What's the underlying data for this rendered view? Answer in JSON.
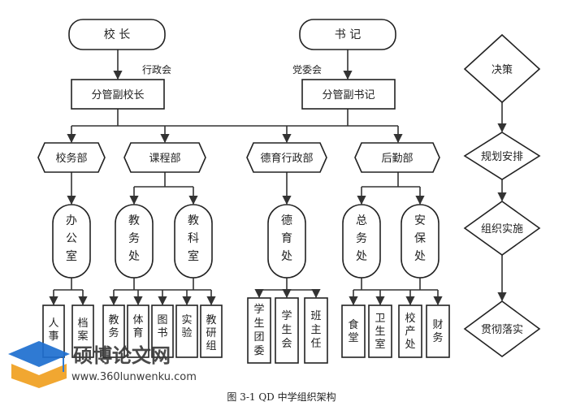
{
  "top": {
    "principal": "校 长",
    "secretary": "书 记"
  },
  "meetings": {
    "admin": "行政会",
    "party": "党委会"
  },
  "vice": {
    "principal": "分管副校长",
    "secretary": "分管副书记"
  },
  "departments": [
    "校务部",
    "课程部",
    "德育行政部",
    "后勤部"
  ],
  "offices": {
    "office": "办公室",
    "teaching": "教务处",
    "research": "教科室",
    "moral": "德育处",
    "general": "总务处",
    "security": "安保处"
  },
  "units": {
    "hr": "人事",
    "archive": "档案",
    "academic": "教务",
    "pe": "体育",
    "library": "图书",
    "lab": "实验",
    "teach_research": "教研组",
    "league": "学生团委",
    "council": "学生会",
    "homeroom": "班主任",
    "canteen": "食堂",
    "clinic": "卫生室",
    "industry": "校产处",
    "finance": "财务"
  },
  "flow": [
    "决策",
    "规划安排",
    "组织实施",
    "贯彻落实"
  ],
  "watermark": {
    "name": "硕博论文网",
    "url": "www.360lunwenku.com"
  },
  "caption": "图 3-1 QD 中学组织架构",
  "colors": {
    "line": "#333333",
    "stroke": "#222222",
    "fill": "#ffffff",
    "watermark_blue": "#1e6fd0",
    "watermark_orange": "#f0a020"
  }
}
